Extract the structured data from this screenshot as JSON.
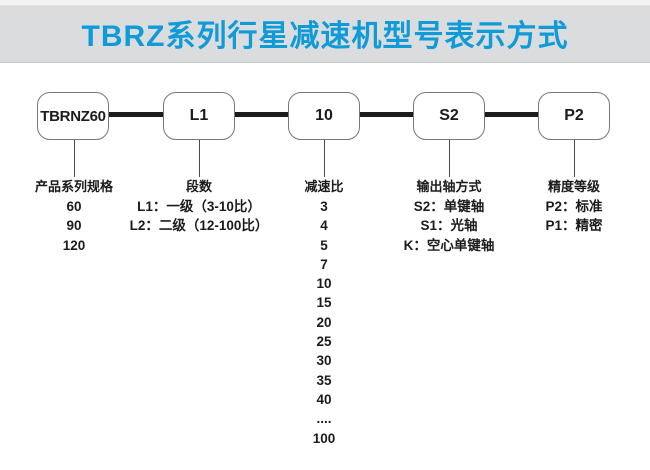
{
  "header": {
    "title": "TBRZ系列行星减速机型号表示方式",
    "title_color": "#0f9ad8",
    "band_color": "#dbdcde"
  },
  "boxes": [
    "TBRNZ60",
    "L1",
    "10",
    "S2",
    "P2"
  ],
  "columns": [
    {
      "header": "产品系列规格",
      "items": [
        "60",
        "90",
        "120"
      ]
    },
    {
      "header": "段数",
      "items": [
        "L1：一级（3-10比）",
        "L2：二级（12-100比）"
      ]
    },
    {
      "header": "减速比",
      "items": [
        "3",
        "4",
        "5",
        "7",
        "10",
        "15",
        "20",
        "25",
        "30",
        "35",
        "40",
        "....",
        "100"
      ]
    },
    {
      "header": "输出轴方式",
      "items": [
        "S2：单键轴",
        "S1：光轴",
        "K：空心单键轴"
      ]
    },
    {
      "header": "精度等级",
      "items": [
        "P2：标准",
        "P1：精密"
      ]
    }
  ],
  "colors": {
    "connector": "#1c1c1c",
    "box_border": "#77777a",
    "text": "#1b1b1b"
  }
}
